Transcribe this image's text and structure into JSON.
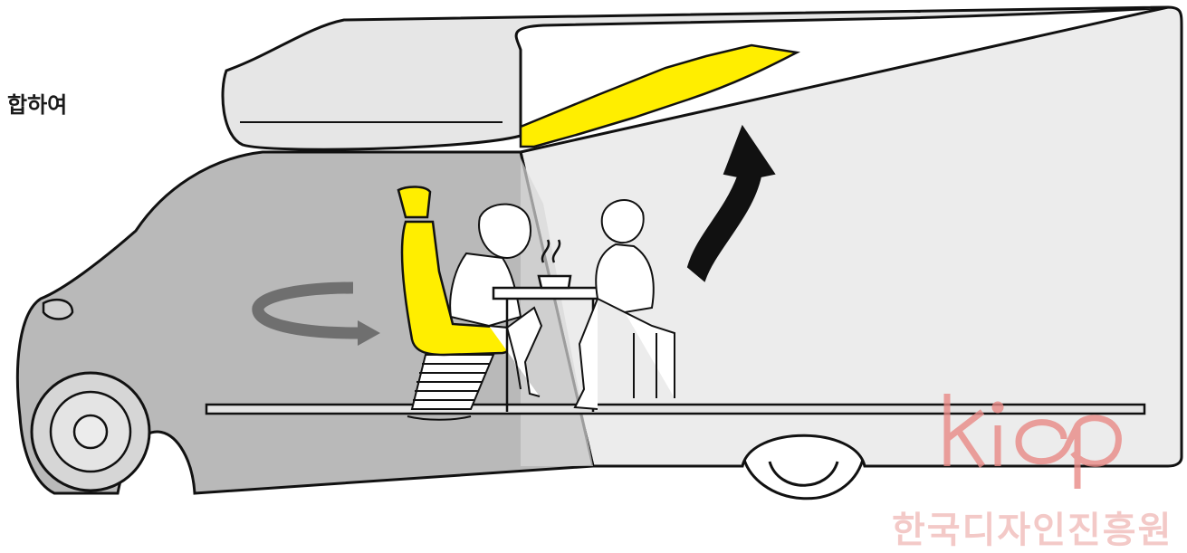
{
  "caption": {
    "text": "합하여"
  },
  "watermark": {
    "logo_mark": "kidp",
    "org_name": "한국디자인진흥원",
    "color": "#e98a86"
  },
  "colors": {
    "body": "#ececec",
    "cab_shade": "#b9b9b9",
    "highlight": "#ffee00",
    "outline": "#111111",
    "up_arrow": "#111111",
    "rotate_arrow": "#6f6f6f"
  }
}
